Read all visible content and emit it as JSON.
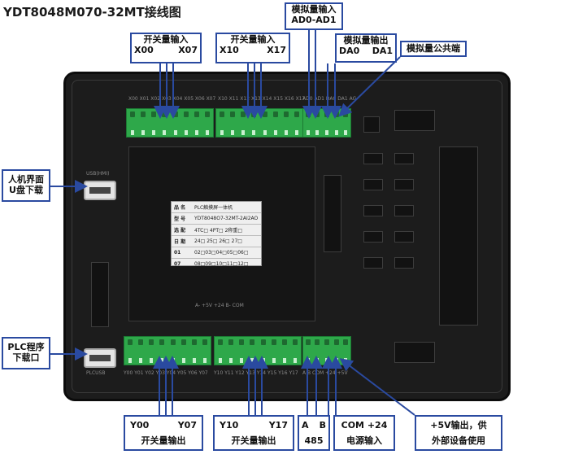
{
  "title": "YDT8048M070-32MT接线图",
  "callouts": {
    "switch_input": {
      "label": "开关量输入",
      "left": "X00",
      "right": "X07"
    },
    "switch_input2": {
      "label": "开关量输入",
      "left": "X10",
      "right": "X17"
    },
    "analog_input": {
      "line1": "模拟量输入",
      "line2": "AD0-AD1"
    },
    "analog_output": {
      "label": "模拟量输出",
      "left": "DA0",
      "right": "DA1"
    },
    "analog_common": "模拟量公共端",
    "hmi_usb": {
      "line1": "人机界面",
      "line2": "U盘下载"
    },
    "plc_program": {
      "line1": "PLC程序",
      "line2": "下载口"
    },
    "switch_output": {
      "label": "开关量输出",
      "left": "Y00",
      "right": "Y07"
    },
    "switch_output2": {
      "label": "开关量输出",
      "left": "Y10",
      "right": "Y17"
    },
    "rs485": {
      "left": "A",
      "right": "B",
      "label": "485"
    },
    "power": {
      "line1": "COM +24",
      "line2": "电源输入"
    },
    "five_volt": {
      "line1": "+5V输出，供",
      "line2": "外部设备使用"
    }
  },
  "nameplate": {
    "rows": [
      {
        "key": "品 名",
        "value": "PLC触摸屏一体机"
      },
      {
        "key": "型 号",
        "value": "YDT8048O7-32MT-2AI2AO"
      },
      {
        "key": "选 配",
        "value": "4TC□ 4PT□ 2称重□"
      },
      {
        "key": "日 期",
        "value": "24□ 25□ 26□ 27□"
      },
      {
        "key": "01",
        "value": "02□03□04□05□06□"
      },
      {
        "key": "07",
        "value": "08□09□10□11□12□"
      }
    ]
  },
  "device_labels": {
    "in_top_left": "X00 X01 X02 X03 X04 X05 X06 X07",
    "in_top_right": "X10 X11 X12 X13 X14 X15 X16 X17",
    "ao_top": "AD0 AD1 DA0 DA1 AG",
    "usb_top": "USB(HMI)",
    "usb_bottom": "PLCUSB",
    "out_bottom_left": "Y00 Y01 Y02 Y03 Y04 Y05 Y06 Y07",
    "out_bottom_right": "Y10 Y11 Y12 Y13 Y14 Y15 Y16 Y17",
    "power_bottom": "A B COM +24 +5V",
    "cover_text": "A- +5V +24  B- COM"
  },
  "colors": {
    "accent": "#2a4aa0",
    "terminal_green": "#2ea84a",
    "device_body": "#1c1c1c"
  }
}
